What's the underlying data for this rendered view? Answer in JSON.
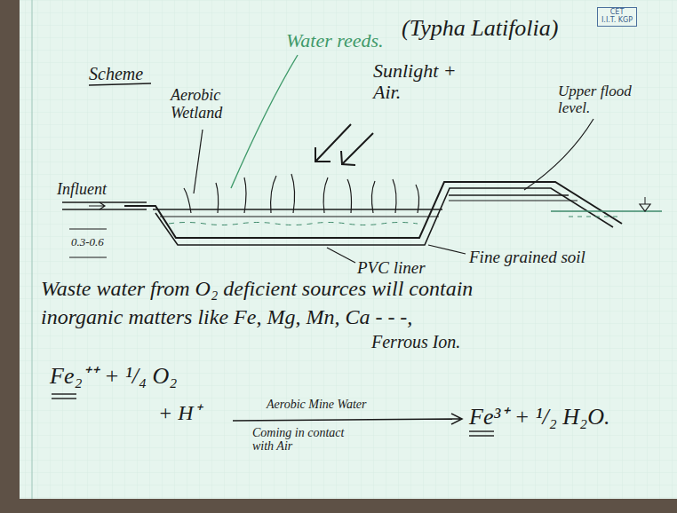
{
  "diagram": {
    "title": "Scheme",
    "nodes": [
      {
        "text": [
          "CET",
          "I.I.T. KGP"
        ]
      }
    ],
    "labels": [
      "Water reeds.",
      "(Typha Latifolia)",
      "Aerobic Wetland",
      "Sunlight + Air.",
      "Upper flood level.",
      "Influent",
      "0.3-0.6",
      "Fine grained soil",
      "PVC liner",
      "Waste water from O₂ deficient sources will contain",
      "inorganic matters like Fe, Mg, Mn, Ca - - -,",
      "Ferrous Ion.",
      "Fe₂⁺⁺ + ¹/₄ O₂",
      "+ H⁺",
      "Aerobic Mine Water",
      "Coming in contact with Air",
      "Fe³⁺ + ¹/₂ H₂O."
    ]
  }
}
